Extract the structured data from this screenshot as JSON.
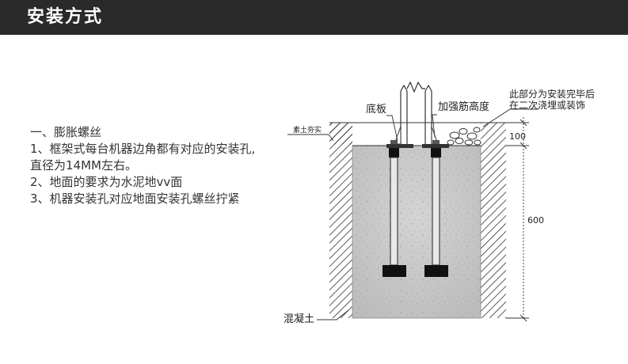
{
  "header": {
    "title": "安装方式"
  },
  "spec": {
    "heading": "一、膨胀螺丝",
    "lines": [
      "1、框架式每台机器边角都有对应的安装孔,",
      "直径为14MM左右。",
      "2、地面的要求为水泥地vv面",
      "3、机器安装孔对应地面安装孔螺丝拧紧"
    ]
  },
  "diagram": {
    "labels": {
      "base_plate": "底板",
      "stiffener_height": "加强筋高度",
      "finish_note_1": "此部分为安装完毕后",
      "finish_note_2": "在二次浇埋或装饰",
      "soil": "素土夯实",
      "concrete": "混凝土"
    },
    "dimensions": {
      "top_layer": "100",
      "depth": "600"
    }
  }
}
